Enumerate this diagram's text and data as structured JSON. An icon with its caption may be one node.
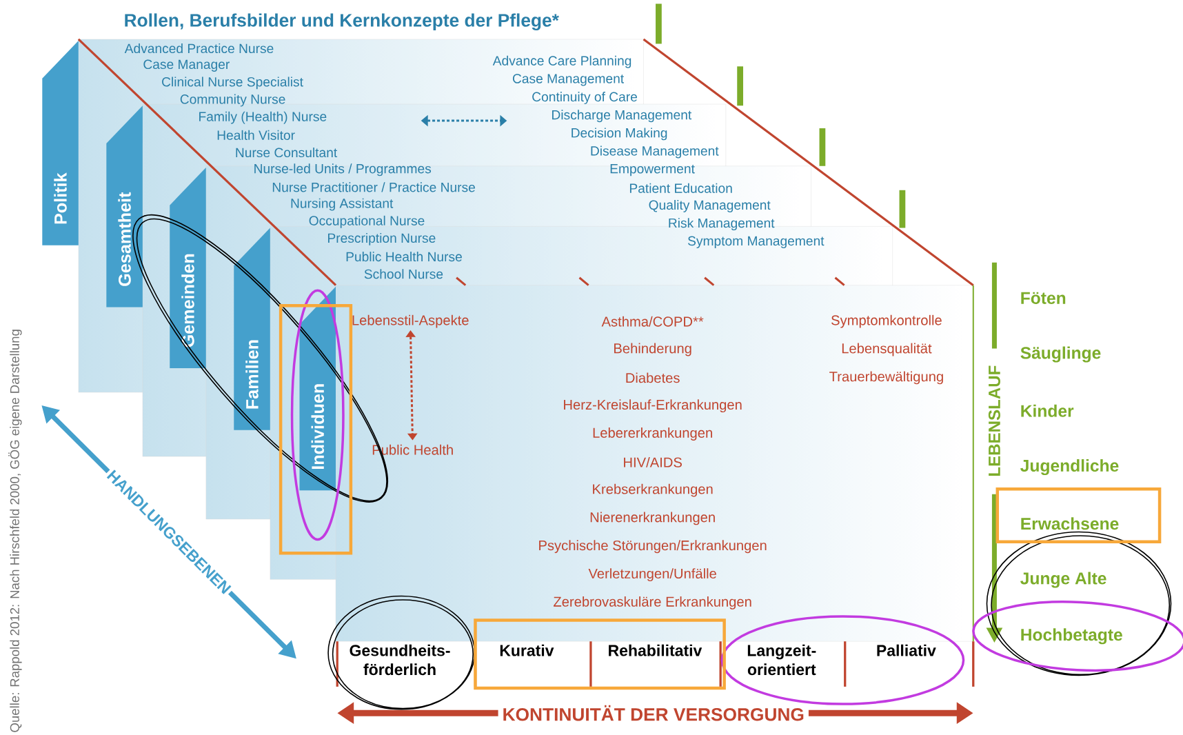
{
  "diagram": {
    "title": "Rollen, Berufsbilder und Kernkonzepte der Pflege*",
    "nodes": [
      {
        "text": [
          "Politik"
        ]
      },
      {
        "text": [
          "Gesamtheit"
        ]
      },
      {
        "text": [
          "Gemeinden"
        ]
      },
      {
        "text": [
          "Familien"
        ]
      },
      {
        "text": [
          "Individuen"
        ]
      },
      {
        "text": [
          "Lebensstil-Aspekte"
        ]
      },
      {
        "text": [
          "Public Health"
        ]
      }
    ],
    "edges": [
      {
        "from": 5,
        "to": 6,
        "arrow": "both",
        "style": "dashed",
        "color": "#c0452f"
      }
    ],
    "labels": [
      "Advanced Practice Nurse",
      "Case Manager",
      "Clinical Nurse Specialist",
      "Community Nurse",
      "Family (Health) Nurse",
      "Health Visitor",
      "Nurse Consultant",
      "Nurse-led Units / Programmes",
      "Nurse Practitioner / Practice Nurse",
      "Nursing Assistant",
      "Occupational Nurse",
      "Prescription Nurse",
      "Public Health Nurse",
      "School Nurse",
      "Advance Care Planning",
      "Case Management",
      "Continuity of Care",
      "Discharge Management",
      "Decision Making",
      "Disease Management",
      "Empowerment",
      "Patient Education",
      "Quality Management",
      "Risk Management",
      "Symptom Management",
      "Asthma/COPD**",
      "Behinderung",
      "Diabetes",
      "Herz-Kreislauf-Erkrankungen",
      "Lebererkrankungen",
      "HIV/AIDS",
      "Krebserkrankungen",
      "Nierenerkrankungen",
      "Psychische Störungen/Erkrankungen",
      "Verletzungen/Unfälle",
      "Zerebrovaskuläre Erkrankungen",
      "Symptomkontrolle",
      "Lebensqualität",
      "Trauerbewältigung",
      "Föten",
      "Säuglinge",
      "Kinder",
      "Jugendliche",
      "Erwachsene",
      "Junge Alte",
      "Hochbetagte",
      "LEBENSLAUF",
      "HANDLUNGSEBENEN",
      "Gesundheits-förderlich",
      "Kurativ",
      "Rehabilitativ",
      "Langzeit-orientiert",
      "Palliativ",
      "KONTINUITÄT DER VERSORGUNG",
      "Quelle: Rappold 2012: Nach Hirschfeld 2000, GÖG eigene Darstellung"
    ]
  }
}
